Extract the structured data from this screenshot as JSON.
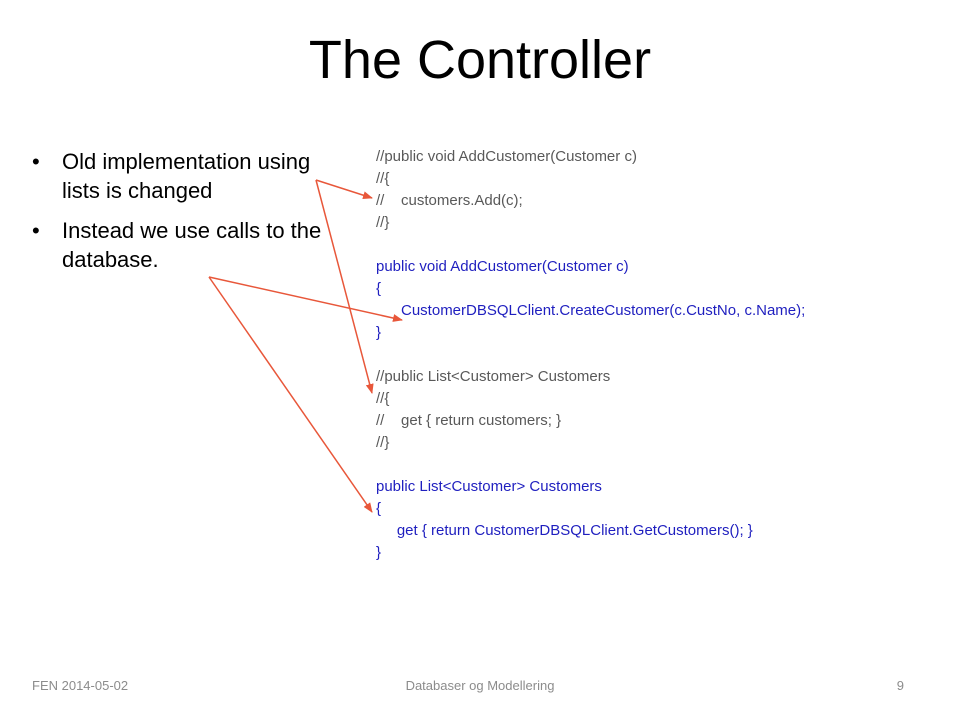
{
  "slide": {
    "title": "The Controller",
    "bullets": [
      "Old implementation using lists is changed",
      "Instead we use calls to the database."
    ],
    "bullet_glyph": "•",
    "code_blocks": [
      {
        "style": "commented",
        "lines": [
          "//public void AddCustomer(Customer c)",
          "//{",
          "//    customers.Add(c);",
          "//}"
        ]
      },
      {
        "style": "active",
        "lines": [
          "public void AddCustomer(Customer c)",
          "{",
          "      CustomerDBSQLClient.CreateCustomer(c.CustNo, c.Name);",
          "}"
        ]
      },
      {
        "style": "commented",
        "lines": [
          "//public List<Customer> Customers",
          "//{",
          "//    get { return customers; }",
          "//}"
        ]
      },
      {
        "style": "active",
        "lines": [
          "public List<Customer> Customers",
          "{",
          "     get { return CustomerDBSQLClient.GetCustomers(); }",
          "}"
        ]
      }
    ],
    "arrow_color": "#e8573a",
    "footer": {
      "left": "FEN 2014-05-02",
      "center": "Databaser og Modellering",
      "right": "9"
    }
  }
}
